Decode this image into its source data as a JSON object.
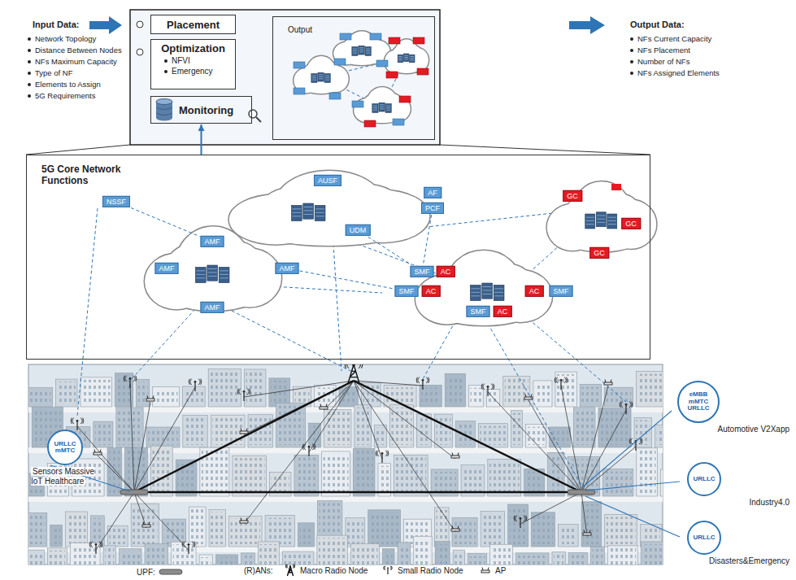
{
  "diagram": {
    "nodes": [
      {
        "text": [
          "Placement"
        ]
      },
      {
        "text": [
          "Optimization",
          "NFVI",
          "Emergency"
        ]
      },
      {
        "text": [
          "Monitoring"
        ]
      },
      {
        "text": [
          "Output"
        ]
      },
      {
        "text": [
          "5G Core Network Functions"
        ]
      },
      {
        "text": [
          "AUSF"
        ],
        "in": 4
      },
      {
        "text": [
          "NSSF"
        ],
        "in": 4
      },
      {
        "text": [
          "AF"
        ],
        "in": 4
      },
      {
        "text": [
          "PCF"
        ],
        "in": 4
      },
      {
        "text": [
          "UDM"
        ],
        "in": 4
      },
      {
        "text": [
          "GC"
        ],
        "in": 4
      },
      {
        "text": [
          "AMF"
        ],
        "in": 4
      },
      {
        "text": [
          "GC"
        ],
        "in": 4
      },
      {
        "text": [
          "AMF"
        ],
        "in": 4
      },
      {
        "text": [
          "AMF"
        ],
        "in": 4
      },
      {
        "text": [
          "SMF"
        ],
        "in": 4
      },
      {
        "text": [
          "AC"
        ],
        "in": 4
      },
      {
        "text": [
          "GC"
        ],
        "in": 4
      },
      {
        "text": [
          "SMF"
        ],
        "in": 4
      },
      {
        "text": [
          "AC"
        ],
        "in": 4
      },
      {
        "text": [
          "AC"
        ],
        "in": 4
      },
      {
        "text": [
          "SMF"
        ],
        "in": 4
      },
      {
        "text": [
          "AMF"
        ],
        "in": 4
      },
      {
        "text": [
          "SMF"
        ],
        "in": 4
      },
      {
        "text": [
          "AC"
        ],
        "in": 4
      },
      {
        "text": [
          "eMBB mMTC URLLC",
          "Automotive V2Xapp"
        ]
      },
      {
        "text": [
          "URLLC mMTC",
          "Sensors Massive IoT Healthcare"
        ]
      },
      {
        "text": [
          "URLLC",
          "Industry4.0"
        ]
      },
      {
        "text": [
          "URLLC",
          "Disasters&Emergency"
        ]
      }
    ],
    "edges": [
      {
        "from": 4,
        "to": 2,
        "arrow": "to"
      },
      {
        "from": 6,
        "to": 11,
        "arrow": "none"
      },
      {
        "from": 14,
        "to": 18,
        "arrow": "none"
      },
      {
        "from": 9,
        "to": 15,
        "arrow": "none"
      },
      {
        "from": 8,
        "to": 15,
        "arrow": "none"
      }
    ],
    "labels": [
      "Input Data:",
      "Network Topology",
      "Distance Between Nodes",
      "NFs Maximum Capacity",
      "Type of NF",
      "Elements to Assign",
      "5G Requirements",
      "Output Data:",
      "NFs Current Capacity",
      "NFs Placement",
      "Number of NFs",
      "NFs Assigned Elements",
      "(R)ANs:"
    ],
    "legend": [
      {
        "text": "UPF:"
      },
      {
        "text": "Macro Radio Node"
      },
      {
        "text": "Small Radio Node"
      },
      {
        "text": "AP"
      }
    ]
  }
}
